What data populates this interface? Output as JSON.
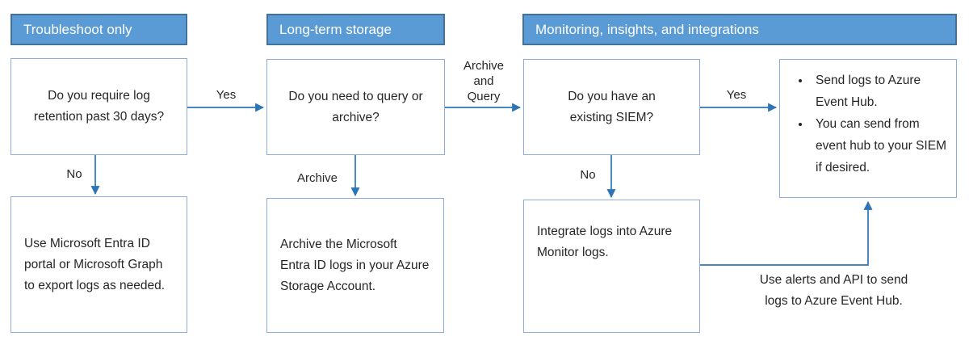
{
  "colors": {
    "header_fill": "#5B9BD5",
    "header_border": "#41719C",
    "header_text": "#FFFFFF",
    "box_border": "#8FAADC",
    "arrow": "#2E75B6",
    "text": "#262626",
    "background": "#FFFFFF"
  },
  "headers": [
    {
      "label": "Troubleshoot only"
    },
    {
      "label": "Long-term storage"
    },
    {
      "label": "Monitoring, insights, and integrations"
    }
  ],
  "nodes": {
    "retention_question": {
      "text": "Do you require log retention past 30 days?"
    },
    "export_logs": {
      "text": "Use Microsoft Entra ID portal or Microsoft Graph to export logs as needed."
    },
    "query_archive_question": {
      "text": "Do you need to query or archive?"
    },
    "archive_storage": {
      "text": "Archive the Microsoft Entra ID logs in your Azure Storage Account."
    },
    "siem_question": {
      "text": "Do you have an existing SIEM?"
    },
    "event_hub": {
      "bullets": [
        "Send logs to Azure Event Hub.",
        "You can send from event hub to your SIEM if desired."
      ]
    },
    "azure_monitor": {
      "text": "Integrate logs into Azure Monitor logs."
    }
  },
  "edge_labels": {
    "retention_yes": "Yes",
    "retention_no": "No",
    "archive_and_query": "Archive and Query",
    "archive": "Archive",
    "siem_yes": "Yes",
    "siem_no": "No",
    "alerts_api": "Use alerts and API to send logs to Azure Event Hub."
  }
}
